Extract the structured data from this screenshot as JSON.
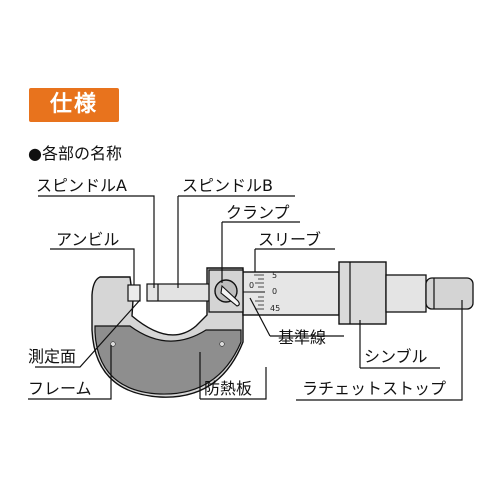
{
  "section_title": "仕様",
  "subtitle": "●各部の名称",
  "labels": {
    "spindle_a": "スピンドルA",
    "spindle_b": "スピンドルB",
    "clamp": "クランプ",
    "anvil": "アンビル",
    "sleeve": "スリーブ",
    "measuring_face": "測定面",
    "reference_line": "基準線",
    "thimble": "シンブル",
    "frame": "フレーム",
    "heat_insulator": "防熱板",
    "ratchet_stop": "ラチェットストップ"
  },
  "scale_marks": {
    "sleeve_zero": "0",
    "thimble_5": "5",
    "thimble_0": "0",
    "thimble_45": "45"
  },
  "colors": {
    "badge": "#e8731d",
    "metal": "#d8d8d8",
    "heat_insulator": "#8e8e8e"
  }
}
